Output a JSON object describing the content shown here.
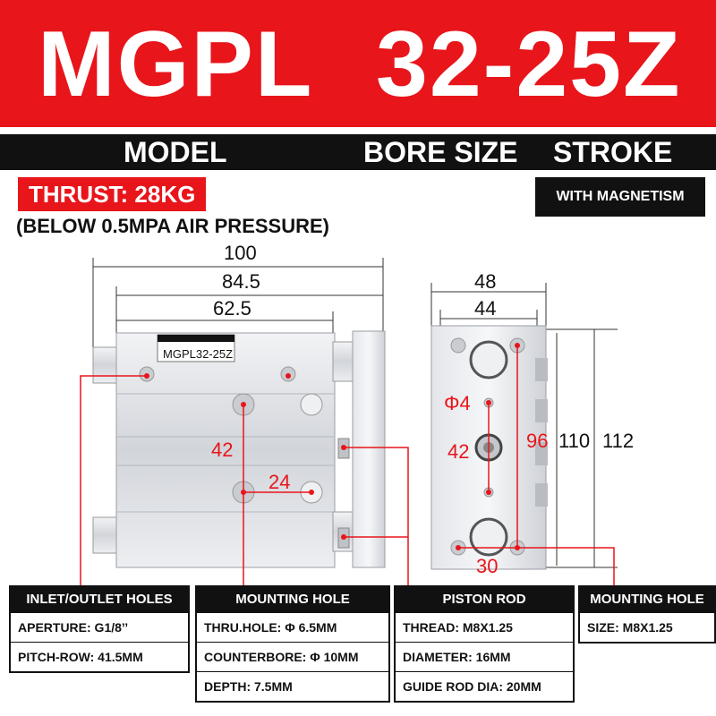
{
  "banner": {
    "model": "MGPL",
    "size": "32-25Z"
  },
  "sub_bar": {
    "model_label": "MODEL",
    "bore_label": "BORE SIZE",
    "stroke_label": "STROKE"
  },
  "thrust": "THRUST: 28KG",
  "pressure_note": "(BELOW 0.5MPA AIR PRESSURE)",
  "magnetism": "WITH MAGNETISM",
  "drawing": {
    "model_tag": "MGPL32-25Z",
    "front_dims": {
      "overall": "100",
      "body": "84.5",
      "plate": "62.5",
      "hole_spacing": "42",
      "hole_pitch": "24"
    },
    "side_dims": {
      "width": "48",
      "inner_width": "44",
      "hole_dia": "Φ4",
      "center": "42",
      "height_inner": "96",
      "height_mid": "110",
      "height_outer": "112",
      "bottom": "30"
    }
  },
  "tables": {
    "inlet": {
      "title": "INLET/OUTLET HOLES",
      "rows": [
        "APERTURE: G1/8’’",
        "PITCH-ROW: 41.5MM"
      ]
    },
    "mounting": {
      "title": "MOUNTING HOLE",
      "rows": [
        "THRU.HOLE: Φ 6.5MM",
        "COUNTERBORE: Φ 10MM",
        "DEPTH: 7.5MM"
      ]
    },
    "piston": {
      "title": "PISTON ROD",
      "rows": [
        "THREAD: M8X1.25",
        "DIAMETER: 16MM",
        "GUIDE ROD DIA: 20MM"
      ]
    },
    "mounting2": {
      "title": "MOUNTING HOLE",
      "rows": [
        "SIZE: M8X1.25"
      ]
    }
  },
  "colors": {
    "accent": "#e8151b",
    "dark": "#111111",
    "metal": "#d6d8dc"
  }
}
